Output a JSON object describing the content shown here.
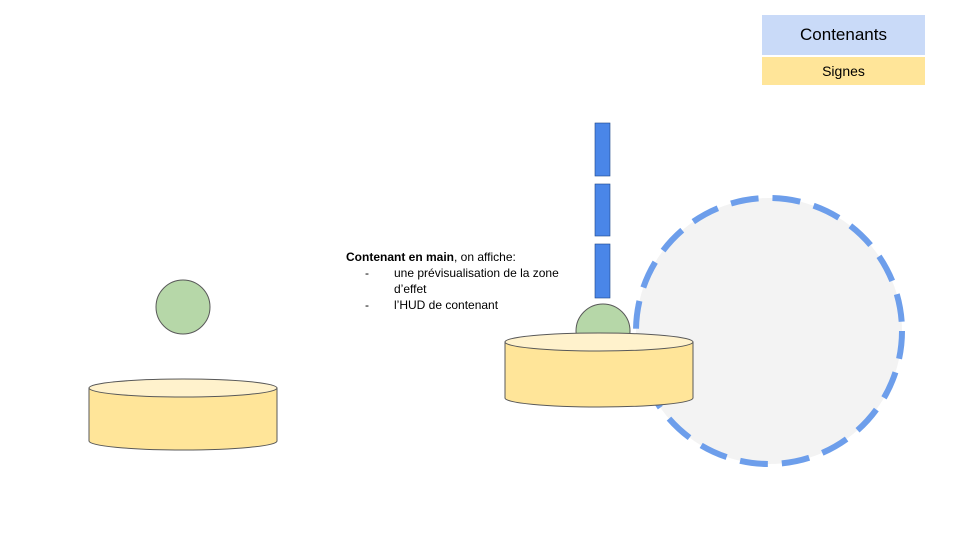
{
  "legend": {
    "contenants": "Contenants",
    "signes": "Signes"
  },
  "note": {
    "title_bold": "Contenant en main",
    "title_rest": ", on affiche:",
    "bullets": [
      "une prévisualisation de la zone d’effet",
      "l’HUD de contenant"
    ],
    "bullet_marker": "-"
  },
  "colors": {
    "container_fill": "#ffe599",
    "container_top": "#fff2cc",
    "sign_fill": "#b6d7a8",
    "hud_blue": "#4a86e8",
    "zone_dash": "#6d9eeb",
    "zone_fill": "#f3f3f3",
    "legend_contenants_bg": "#c9daf8",
    "legend_signes_bg": "#ffe599",
    "outline": "#595959"
  }
}
